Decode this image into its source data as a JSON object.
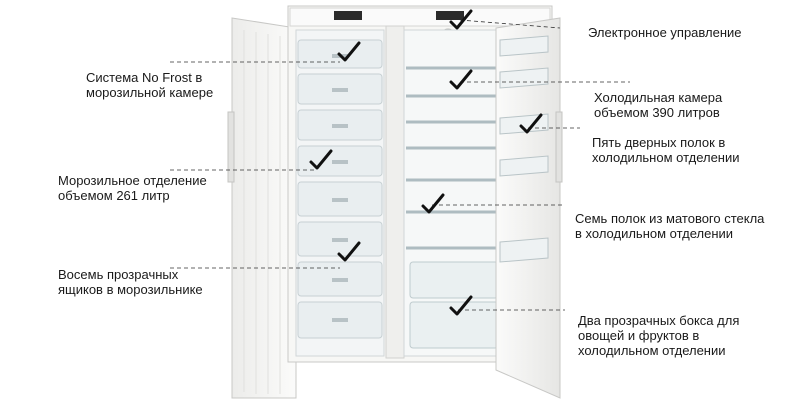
{
  "figure": {
    "background": "#ffffff",
    "accent_line_color": "#333333",
    "check_color": "#111111",
    "fridge_body_color": "#f7f7f5",
    "shelf_color": "#e8eef0"
  },
  "callouts": {
    "electronic_control": "Электронное управление",
    "fridge_chamber": "Холодильная камера\nобъемом 390 литров",
    "door_shelves": "Пять дверных полок в\nхолодильном отделении",
    "glass_shelves": "Семь полок из матового стекла\nв холодильном отделении",
    "crisper_boxes": "Два прозрачных бокса для\nовощей и фруктов в\nхолодильном отделении",
    "no_frost": "Система No Frost в\nморозильной камере",
    "freezer_volume": "Морозильное отделение\nобъемом 261 литр",
    "freezer_drawers": "Восемь прозрачных\nящиков в морозильнике"
  },
  "icons": {
    "check_marks": [
      "check-icon",
      "check-icon",
      "check-icon",
      "check-icon",
      "check-icon",
      "check-icon",
      "check-icon",
      "check-icon"
    ]
  }
}
